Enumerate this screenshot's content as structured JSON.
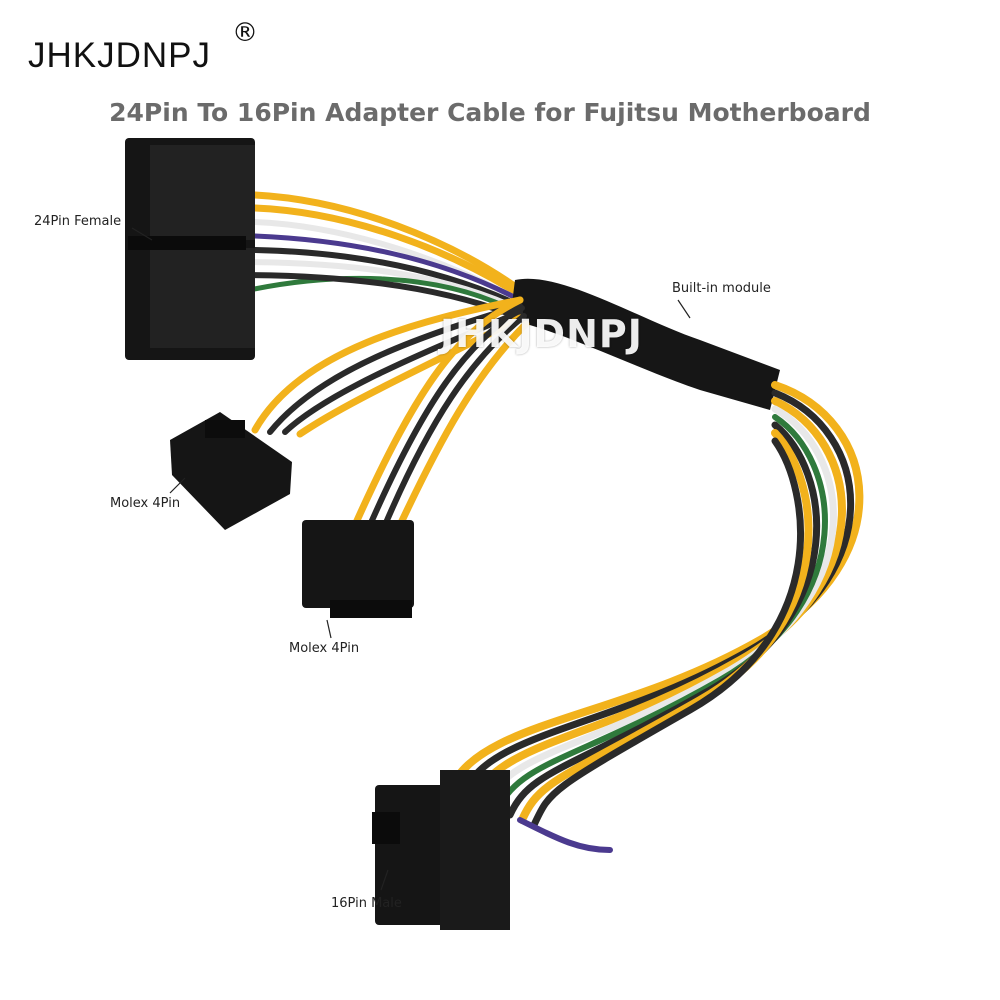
{
  "brand": {
    "name": "JHKJDNPJ",
    "registered_mark": "®"
  },
  "title": "24Pin To 16Pin Adapter Cable for Fujitsu Motherboard",
  "labels": {
    "female_24pin": "24Pin Female",
    "builtin_module": "Built-in module",
    "molex_a": "Molex 4Pin",
    "molex_b": "Molex 4Pin",
    "male_16pin": "16Pin Male"
  },
  "watermark": "JHKJDNPJ",
  "colors": {
    "connector": "#151515",
    "yellow_wire": "#f2b21c",
    "black_wire": "#2a2a2a",
    "white_wire": "#e8e8e8",
    "green_wire": "#2f7a3c",
    "purple_wire": "#4b3a8f",
    "title_gray": "#6b6b6b"
  }
}
